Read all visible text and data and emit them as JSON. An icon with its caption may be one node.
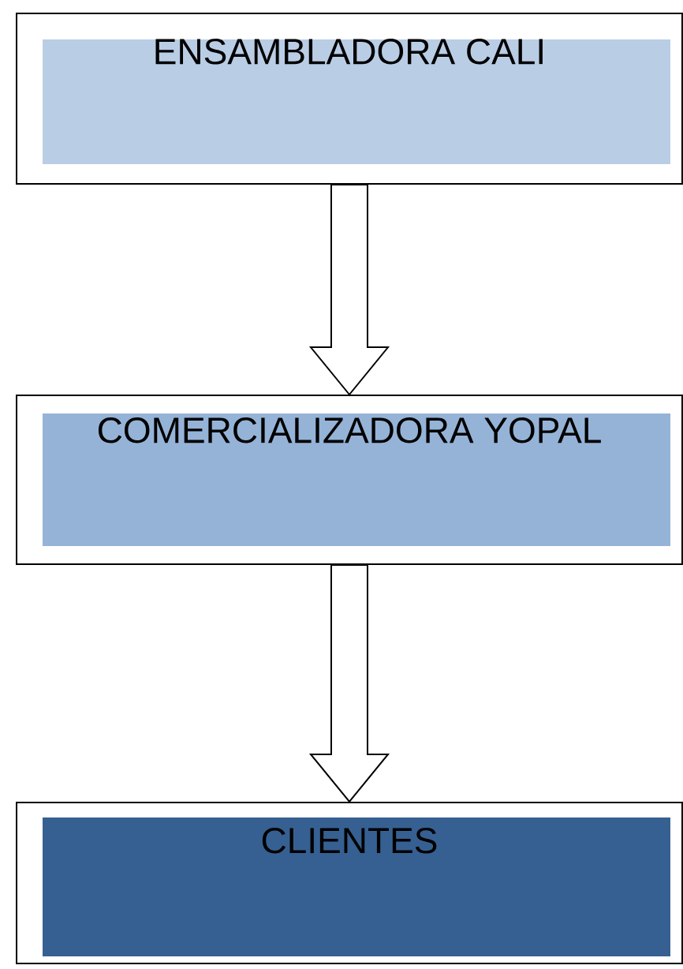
{
  "diagram": {
    "nodes": [
      {
        "text": [
          "ENSAMBLADORA CALI"
        ]
      },
      {
        "text": [
          "COMERCIALIZADORA YOPAL"
        ]
      },
      {
        "text": [
          "CLIENTES"
        ]
      }
    ],
    "edges": [
      {
        "from": 0,
        "to": 1,
        "arrow": "to"
      },
      {
        "from": 1,
        "to": 2,
        "arrow": "to"
      }
    ]
  }
}
